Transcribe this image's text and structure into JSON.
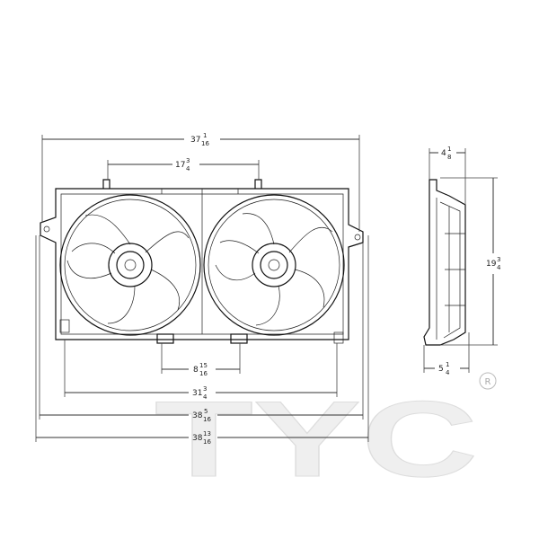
{
  "dimensions": {
    "overall_top": {
      "whole": "37",
      "num": "1",
      "den": "16"
    },
    "fan_center_spacing": {
      "whole": "17",
      "num": "3",
      "den": "4"
    },
    "bottom_mount_spacing": {
      "whole": "8",
      "num": "15",
      "den": "16"
    },
    "lower_mount_width": {
      "whole": "31",
      "num": "3",
      "den": "4"
    },
    "bracket_width": {
      "whole": "38",
      "num": "5",
      "den": "16"
    },
    "overall_width": {
      "whole": "38",
      "num": "13",
      "den": "16"
    },
    "depth_top": {
      "whole": "4",
      "num": "1",
      "den": "8"
    },
    "height": {
      "whole": "19",
      "num": "3",
      "den": "4"
    },
    "depth_bottom": {
      "whole": "5",
      "num": "1",
      "den": "4"
    }
  },
  "watermark": {
    "brand": "TYC",
    "registered": "®"
  },
  "colors": {
    "line": "#111111",
    "watermark": "#ededed"
  }
}
